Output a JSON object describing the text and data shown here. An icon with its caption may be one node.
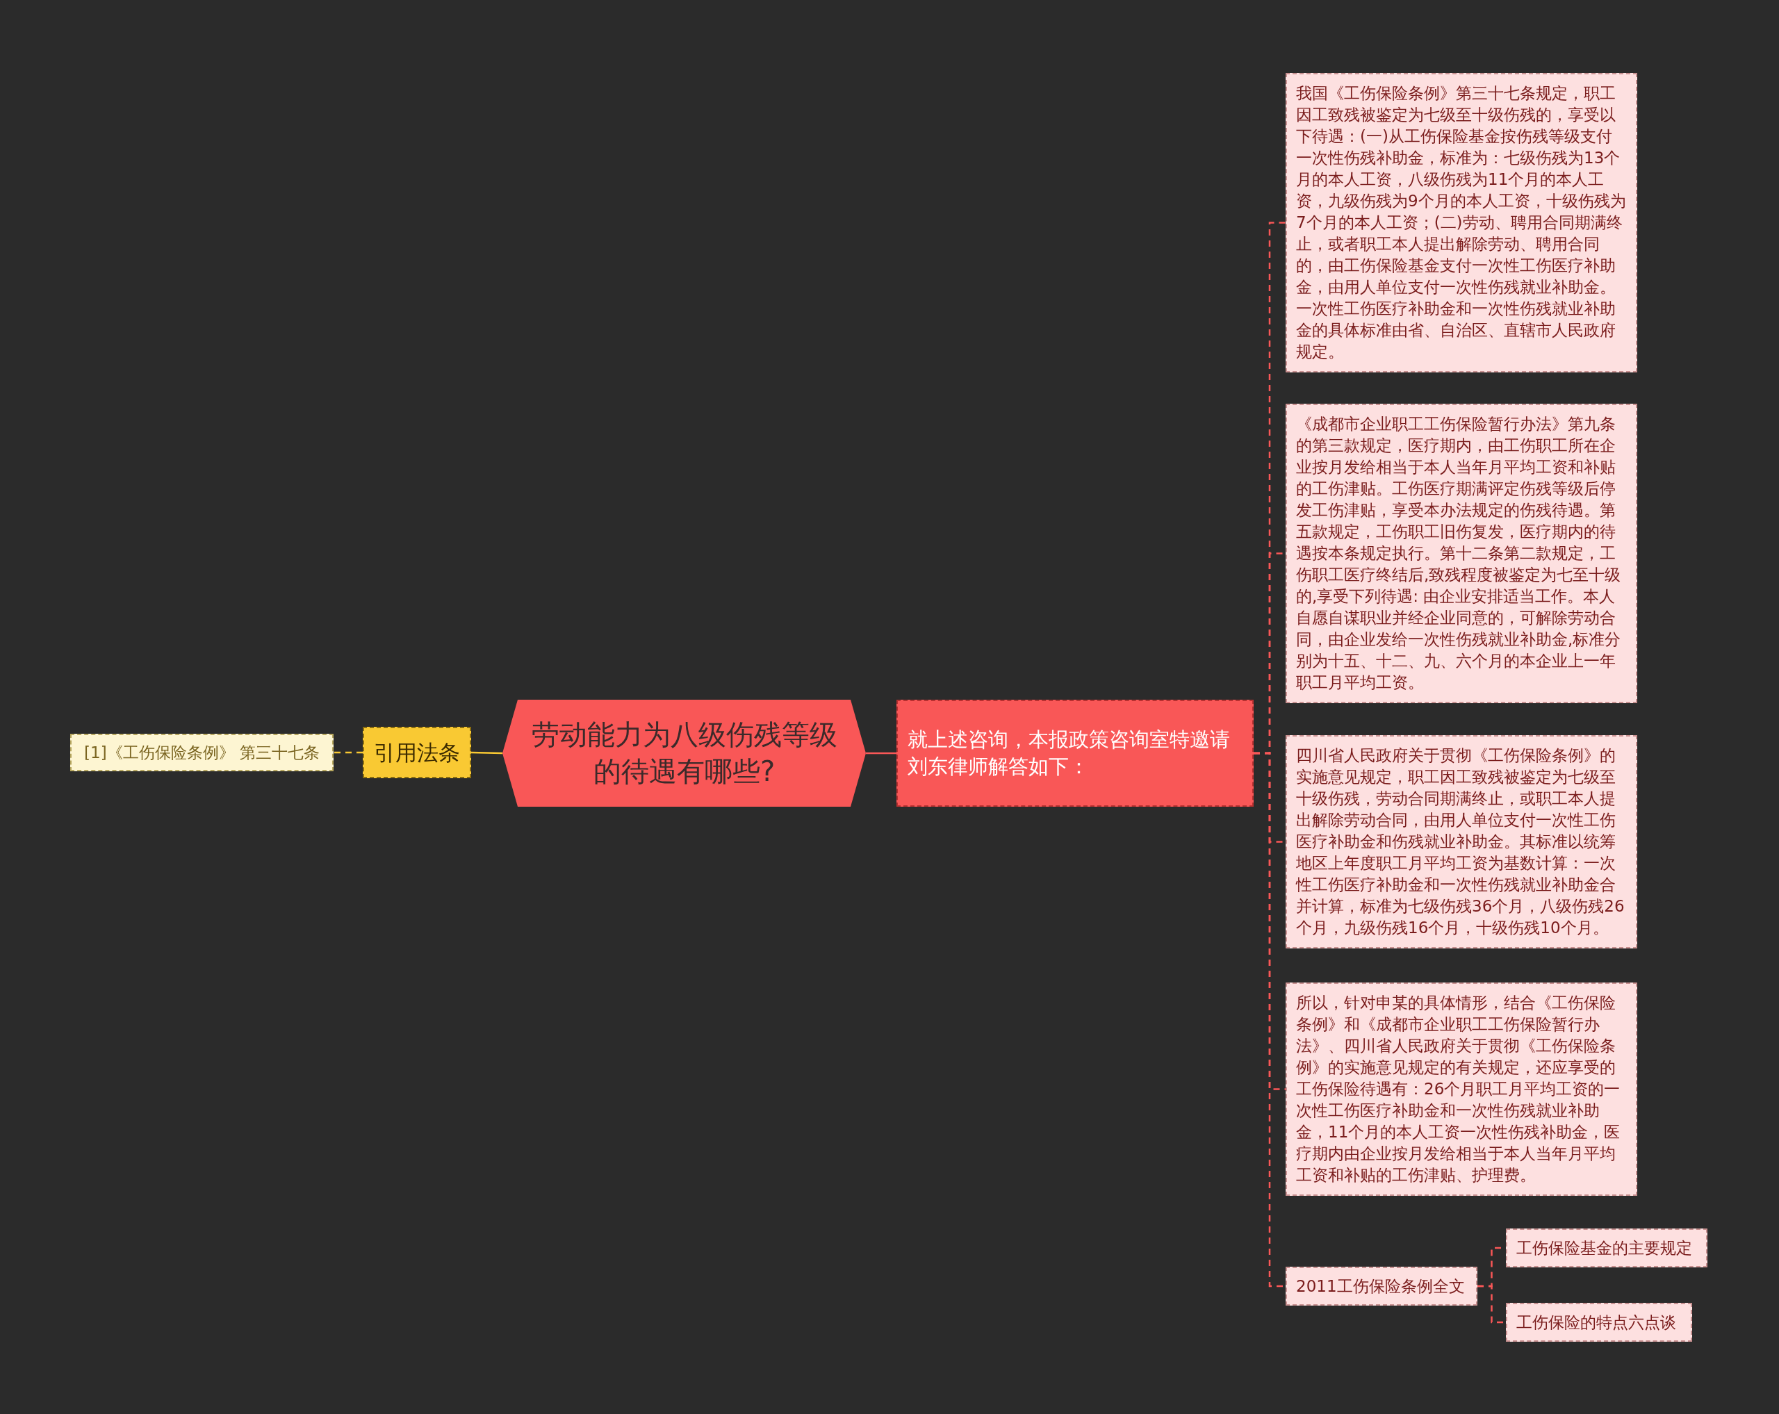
{
  "diagram": {
    "nodes": [
      {
        "text": [
          "劳动能力为八级伤残等级的待遇有哪些?"
        ]
      },
      {
        "text": [
          "引用法条"
        ]
      },
      {
        "text": [
          "[1]《工伤保险条例》 第三十七条"
        ]
      },
      {
        "text": [
          "就上述咨询，本报政策咨询室特邀请刘东律师解答如下："
        ]
      },
      {
        "text": [
          "我国《工伤保险条例》第三十七条规定，职工因工致残被鉴定为七级至十级伤残的，享受以下待遇：(一)从工伤保险基金按伤残等级支付一次性伤残补助金，标准为：七级伤残为13个月的本人工资，八级伤残为11个月的本人工资，九级伤残为9个月的本人工资，十级伤残为7个月的本人工资；(二)劳动、聘用合同期满终止，或者职工本人提出解除劳动、聘用合同的，由工伤保险基金支付一次性工伤医疗补助金，由用人单位支付一次性伤残就业补助金。一次性工伤医疗补助金和一次性伤残就业补助金的具体标准由省、自治区、直辖市人民政府规定。"
        ]
      },
      {
        "text": [
          "《成都市企业职工工伤保险暂行办法》第九条的第三款规定，医疗期内，由工伤职工所在企业按月发给相当于本人当年月平均工资和补贴的工伤津贴。工伤医疗期满评定伤残等级后停发工伤津贴，享受本办法规定的伤残待遇。第五款规定，工伤职工旧伤复发，医疗期内的待遇按本条规定执行。第十二条第二款规定，工伤职工医疗终结后,致残程度被鉴定为七至十级的,享受下列待遇: 由企业安排适当工作。本人自愿自谋职业并经企业同意的，可解除劳动合同，由企业发给一次性伤残就业补助金,标准分别为十五、十二、九、六个月的本企业上一年职工月平均工资。"
        ]
      },
      {
        "text": [
          "四川省人民政府关于贯彻《工伤保险条例》的实施意见规定，职工因工致残被鉴定为七级至十级伤残，劳动合同期满终止，或职工本人提出解除劳动合同，由用人单位支付一次性工伤医疗补助金和伤残就业补助金。其标准以统筹地区上年度职工月平均工资为基数计算：一次性工伤医疗补助金和一次性伤残就业补助金合并计算，标准为七级伤残36个月，八级伤残26个月，九级伤残16个月，十级伤残10个月。"
        ]
      },
      {
        "text": [
          "所以，针对申某的具体情形，结合《工伤保险条例》和《成都市企业职工工伤保险暂行办法》、四川省人民政府关于贯彻《工伤保险条例》的实施意见规定的有关规定，还应享受的工伤保险待遇有：26个月职工月平均工资的一次性工伤医疗补助金和一次性伤残就业补助金，11个月的本人工资一次性伤残补助金，医疗期内由企业按月发给相当于本人当年月平均工资和补贴的工伤津贴、护理费。"
        ]
      },
      {
        "text": [
          "2011工伤保险条例全文"
        ]
      },
      {
        "text": [
          "工伤保险基金的主要规定"
        ]
      },
      {
        "text": [
          "工伤保险的特点六点谈"
        ]
      }
    ],
    "edges": [
      {
        "from": 0,
        "to": 1,
        "arrow": "none",
        "color": "#f9c933"
      },
      {
        "from": 1,
        "to": 2,
        "arrow": "none",
        "style": "dashed",
        "color": "#f9c933"
      },
      {
        "from": 0,
        "to": 3,
        "arrow": "none"
      },
      {
        "from": 3,
        "to": 4,
        "arrow": "none",
        "style": "dashed"
      },
      {
        "from": 3,
        "to": 5,
        "arrow": "none",
        "style": "dashed"
      },
      {
        "from": 3,
        "to": 6,
        "arrow": "none",
        "style": "dashed"
      },
      {
        "from": 3,
        "to": 7,
        "arrow": "none",
        "style": "dashed"
      },
      {
        "from": 3,
        "to": 8,
        "arrow": "none",
        "style": "dashed"
      },
      {
        "from": 8,
        "to": 9,
        "arrow": "none",
        "style": "dashed"
      },
      {
        "from": 8,
        "to": 10,
        "arrow": "none",
        "style": "dashed"
      }
    ]
  }
}
